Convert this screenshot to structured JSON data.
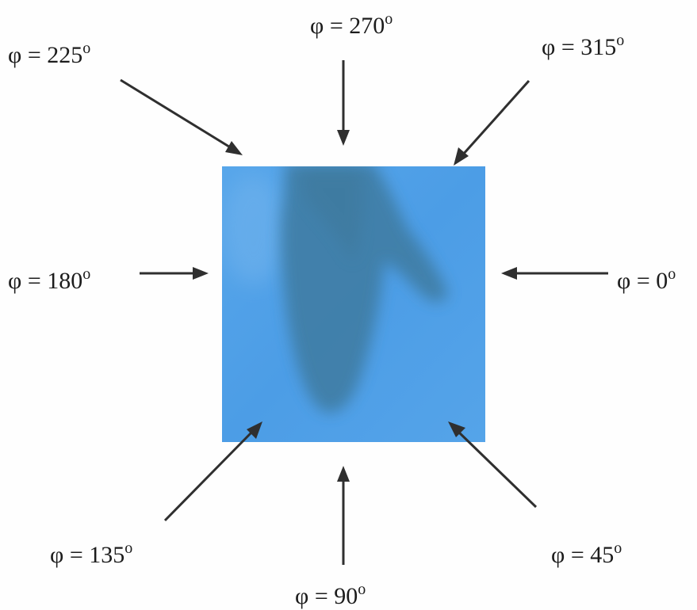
{
  "labels": {
    "phi_0": "φ = 0",
    "phi_45": "φ = 45",
    "phi_90": "φ = 90",
    "phi_135": "φ = 135",
    "phi_180": "φ = 180",
    "phi_225": "φ = 225",
    "phi_270": "φ = 270",
    "phi_315": "φ = 315"
  },
  "degree_symbol": "o",
  "colors": {
    "photo_background": "#4a9be3",
    "hand_shadow": "#3f7fa8",
    "arrow": "#2f2f2f",
    "text": "#1c1c1c"
  }
}
